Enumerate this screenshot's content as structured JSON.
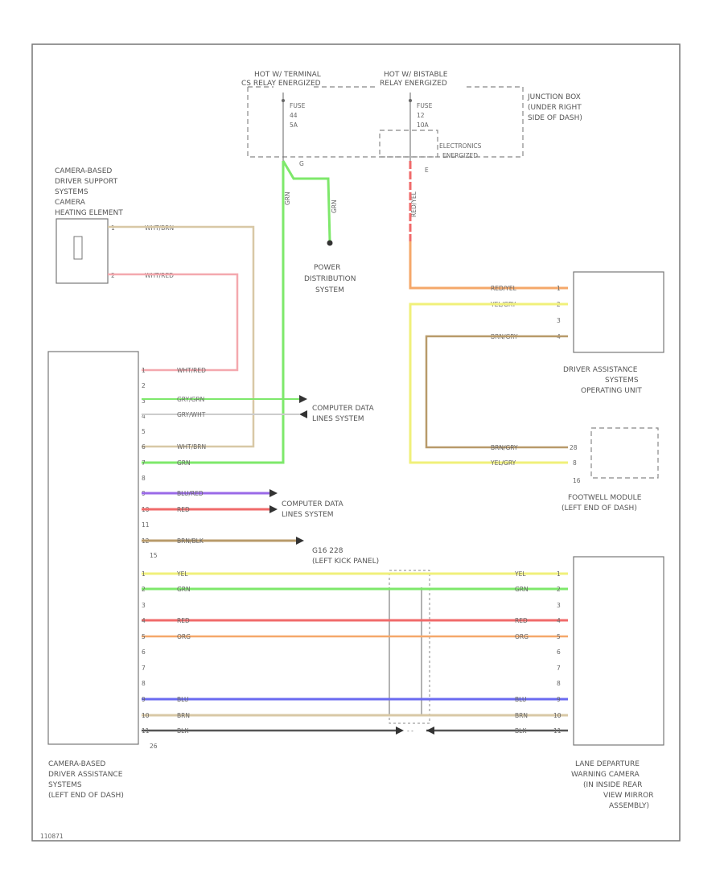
{
  "junction_box": {
    "hot_terminal": [
      "HOT W/ TERMINAL",
      "CS RELAY ENERGIZED"
    ],
    "hot_bistable": [
      "HOT W/ BISTABLE",
      "RELAY ENERGIZED"
    ],
    "name": [
      "JUNCTION BOX",
      "(UNDER RIGHT",
      "SIDE OF DASH)"
    ],
    "fuse_a": [
      "FUSE",
      "44",
      "5A"
    ],
    "fuse_b": [
      "FUSE",
      "12",
      "10A"
    ],
    "electronics": [
      "ELECTRONICS",
      "ENERGIZED"
    ],
    "splice_left": "G",
    "splice_right": "E"
  },
  "power_distribution": {
    "label": [
      "POWER",
      "DISTRIBUTION",
      "SYSTEM"
    ],
    "wire_color_1": "GRN",
    "wire_color_2": "GRN",
    "wire_color_3": "RED/YEL"
  },
  "camera_sensor": {
    "label": [
      "CAMERA-BASED",
      "DRIVER SUPPORT",
      "SYSTEMS",
      "CAMERA",
      "HEATING ELEMENT"
    ],
    "pins": [
      "1",
      "2"
    ],
    "wires": [
      "WHT/BRN",
      "WHT/RED"
    ]
  },
  "module": {
    "label": [
      "CAMERA-BASED",
      "DRIVER ASSISTANCE",
      "SYSTEMS",
      "(LEFT END OF DASH)"
    ],
    "top_pins": [
      "1",
      "2",
      "3",
      "4",
      "5",
      "6",
      "7",
      "8",
      "9",
      "10",
      "11",
      "12",
      "15"
    ],
    "top_wires": [
      "WHT/RED",
      "GRY/GRN",
      "GRY/WHT",
      "WHT/BRN",
      "GRN",
      "BLU/RED",
      "RED",
      "BRN/BLK"
    ],
    "bottom_pins": [
      "1",
      "2",
      "3",
      "4",
      "5",
      "6",
      "7",
      "8",
      "9",
      "10",
      "11",
      "26"
    ],
    "bottom_wires": [
      "YEL",
      "GRN",
      "RED",
      "ORG",
      "BLU",
      "BRN",
      "BLK"
    ]
  },
  "computer_data_1": [
    "COMPUTER DATA",
    "LINES SYSTEM"
  ],
  "computer_data_2": [
    "COMPUTER DATA",
    "LINES SYSTEM"
  ],
  "ground": [
    "G16 228",
    "(LEFT KICK PANEL)"
  ],
  "operating_unit": {
    "label": [
      "DRIVER ASSISTANCE",
      "SYSTEMS",
      "OPERATING UNIT"
    ],
    "pins": [
      "1",
      "2",
      "3",
      "4"
    ],
    "wires": [
      "RED/YEL",
      "YEL/GRY",
      "BRN/GRY"
    ]
  },
  "footwell": {
    "label": [
      "FOOTWELL MODULE",
      "(LEFT END OF DASH)"
    ],
    "pins": [
      "28",
      "8",
      "16"
    ],
    "wires": [
      "BRN/GRY",
      "YEL/GRY"
    ]
  },
  "lane_camera": {
    "label": [
      "LANE DEPARTURE",
      "WARNING CAMERA",
      "(IN INSIDE REAR",
      "VIEW MIRROR",
      "ASSEMBLY)"
    ],
    "pins": [
      "1",
      "2",
      "3",
      "4",
      "5",
      "6",
      "7",
      "8",
      "9",
      "10",
      "11"
    ],
    "wires": [
      "YEL",
      "GRN",
      "RED",
      "ORG",
      "BLU",
      "BRN",
      "BLK"
    ]
  },
  "footer_code": "110871",
  "colors": {
    "green": "#7ee86b",
    "pink": "#f4a8ae",
    "tan": "#d8c8a6",
    "red": "#f06a6a",
    "orange": "#f5a86a",
    "yellow": "#f0f07a",
    "brown": "#b89a6a",
    "blue": "#6a6af0",
    "purple": "#9a6ae8",
    "black": "#555555"
  }
}
